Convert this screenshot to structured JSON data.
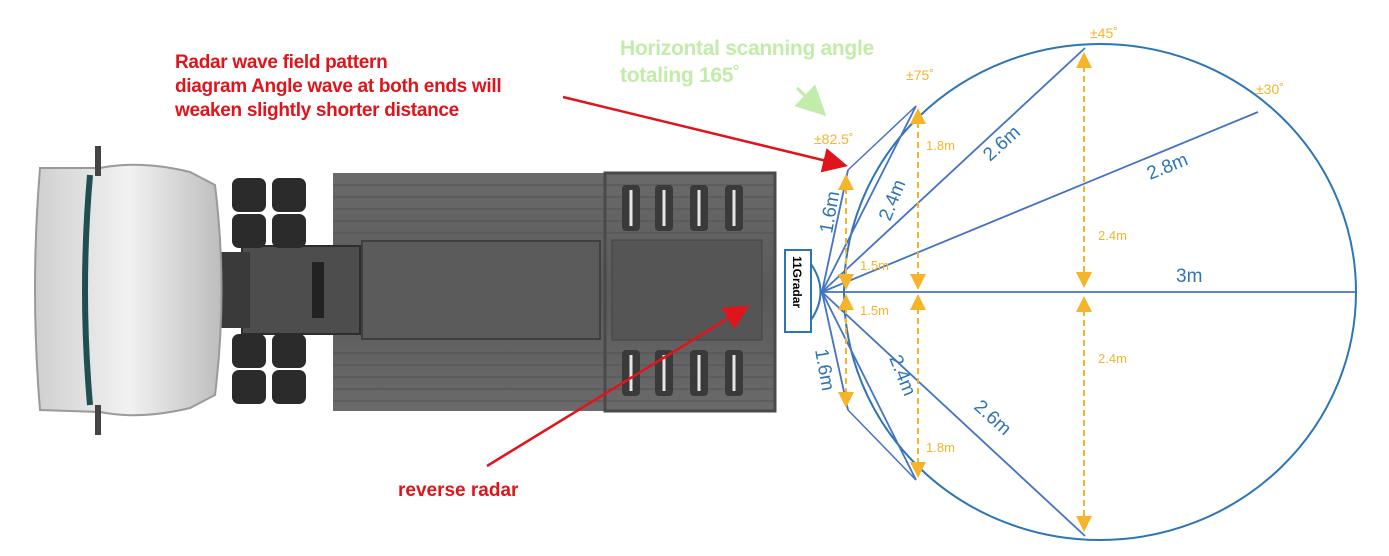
{
  "annotations": {
    "pattern_note": [
      "Radar wave field pattern",
      "diagram Angle wave at both ends will",
      "weaken slightly shorter distance"
    ],
    "scan_angle": [
      "Horizontal scanning angle",
      "totaling 165˚"
    ],
    "reverse_radar": "reverse radar"
  },
  "sensor_label": "11Gradar",
  "angles": {
    "a45": "±45˚",
    "a30": "±30˚",
    "a75": "±75˚",
    "a82_5": "±82.5˚"
  },
  "ranges": {
    "r3": "3m",
    "r2_8": "2.8m",
    "r2_6_top": "2.6m",
    "r2_6_bottom": "2.6m",
    "r2_4_top": "2.4m",
    "r2_4_bottom": "2.4m",
    "r1_6_top": "1.6m",
    "r1_6_bottom": "1.6m"
  },
  "widths": {
    "w1_8_top": "1.8m",
    "w1_8_bottom": "1.8m",
    "w2_4_top": "2.4m",
    "w2_4_bottom": "2.4m",
    "w1_5_top": "1.5m",
    "w1_5_bottom": "1.5m"
  },
  "colors": {
    "annotation_red": "#e0141b",
    "annotation_green": "#c2ecaa",
    "range_blue": "#2e75b6",
    "dimension_orange": "#f5b52a",
    "truck_body": "#5f5f5f"
  }
}
